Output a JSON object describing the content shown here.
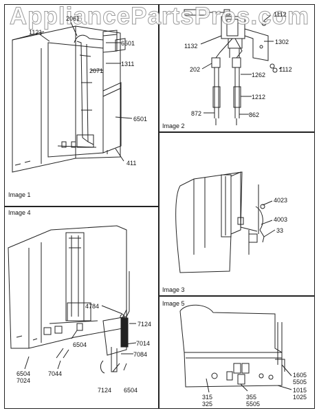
{
  "watermark": "AppliancePartsPros.com",
  "panels": [
    {
      "caption": "Image 1",
      "parts": [
        "1121",
        "2061",
        "6501",
        "1311",
        "2071",
        "6501",
        "411"
      ]
    },
    {
      "caption": "Image 2",
      "parts": [
        "1112",
        "1302",
        "1132",
        "202",
        "1262",
        "1112",
        "1212",
        "872",
        "862"
      ]
    },
    {
      "caption": "Image 3",
      "parts": [
        "4023",
        "4003",
        "33"
      ]
    },
    {
      "caption": "Image 4",
      "parts": [
        "4784",
        "7124",
        "7014",
        "6504",
        "6504",
        "7044",
        "7024",
        "7084",
        "7124",
        "6504"
      ]
    },
    {
      "caption": "Image 5",
      "parts": [
        "1605",
        "5505",
        "1015",
        "1025",
        "315",
        "325",
        "355",
        "5505"
      ]
    }
  ]
}
